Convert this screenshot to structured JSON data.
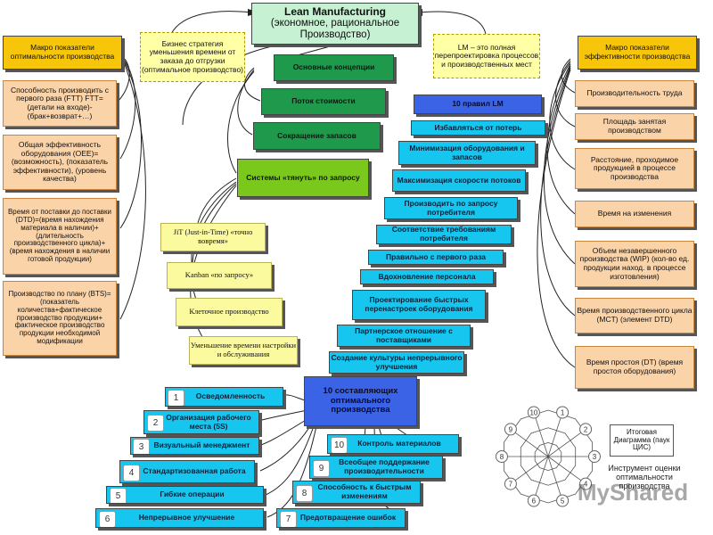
{
  "title": {
    "line1": "Lean Manufacturing",
    "line2": "(экономное, рациональное Производство)"
  },
  "left_header": "Макро показатели оптимальности производства",
  "right_header": "Макро показатели эффективности производства",
  "strategy_note": "Бизнес стратегия уменьшения времени от заказа до отгрузки (оптимальное производство)",
  "lm_note": "LM – это полная перепроектировка процессов и производственных мест",
  "left_items": [
    "Способность производить с первого раза (FTT) FTT=(детали на входе)-(брак+возврат+…)",
    "Общая эффективность оборудования (OEE)=(возможность), (показатель эффективности), (уровень качества)",
    "Время от поставки до поставки (DTD)=(время нахождения материала в наличии)+(длительность производственного цикла)+(время нахождения в наличии готовой продукции)",
    "Производство по плану (BTS)=(показатель количества+фактическое производство продукции+ фактическое производство продукции необходимой модификации"
  ],
  "right_items": [
    "Производительность труда",
    "Площадь занятая производством",
    "Расстояние, проходимое продукцией в процессе производства",
    "Время на изменения",
    "Объем незавершенного производства (WIP) (кол-во ед. продукции наход. в процессе изготовления)",
    "Время производственного цикла (MCT) (элемент DTD)",
    "Время простоя (DT) (время простоя оборудования)"
  ],
  "concepts": [
    "Основные концепции",
    "Поток стоимости",
    "Сокращение запасов"
  ],
  "pull_systems": "Системы «тянуть» по запросу",
  "pull_items": [
    "JiT (Just-in-Time) «точно вовремя»",
    "Kanban «по запросу»",
    "Клеточное производство",
    "Уменьшение времени настройки и обслуживания"
  ],
  "rules_title": "10 правил LM",
  "rules": [
    "Избавляться от потерь",
    "Минимизация оборудования и запасов",
    "Максимизация скорости потоков",
    "Производить по запросу потребителя",
    "Соответствие требованиям потребителя",
    "Правильно с первого раза",
    "Вдохновление персонала",
    "Проектирование быстрых перенастроек оборудования",
    "Партнерское отношение с поставщиками",
    "Создание культуры непрерывного улучшения"
  ],
  "components_title": "10 составляющих оптимального производства",
  "components_left": [
    {
      "n": "1",
      "label": "Осведомленность"
    },
    {
      "n": "2",
      "label": "Организация рабочего места (5S)"
    },
    {
      "n": "3",
      "label": "Визуальный менеджмент"
    },
    {
      "n": "4",
      "label": "Стандартизованная работа"
    },
    {
      "n": "5",
      "label": "Гибкие операции"
    },
    {
      "n": "6",
      "label": "Непрерывное улучшение"
    }
  ],
  "components_right": [
    {
      "n": "10",
      "label": "Контроль материалов"
    },
    {
      "n": "9",
      "label": "Всеобщее поддержание производительности"
    },
    {
      "n": "8",
      "label": "Способность к быстрым изменениям"
    },
    {
      "n": "7",
      "label": "Предотвращение ошибок"
    }
  ],
  "wheel_numbers": [
    "1",
    "2",
    "3",
    "4",
    "5",
    "6",
    "7",
    "8",
    "9",
    "10"
  ],
  "diagram_label": "Итоговая Диаграмма (паук ЦИС)",
  "tool_label": "Инструмент оценки оптимальности производства",
  "watermark": "MyShared"
}
